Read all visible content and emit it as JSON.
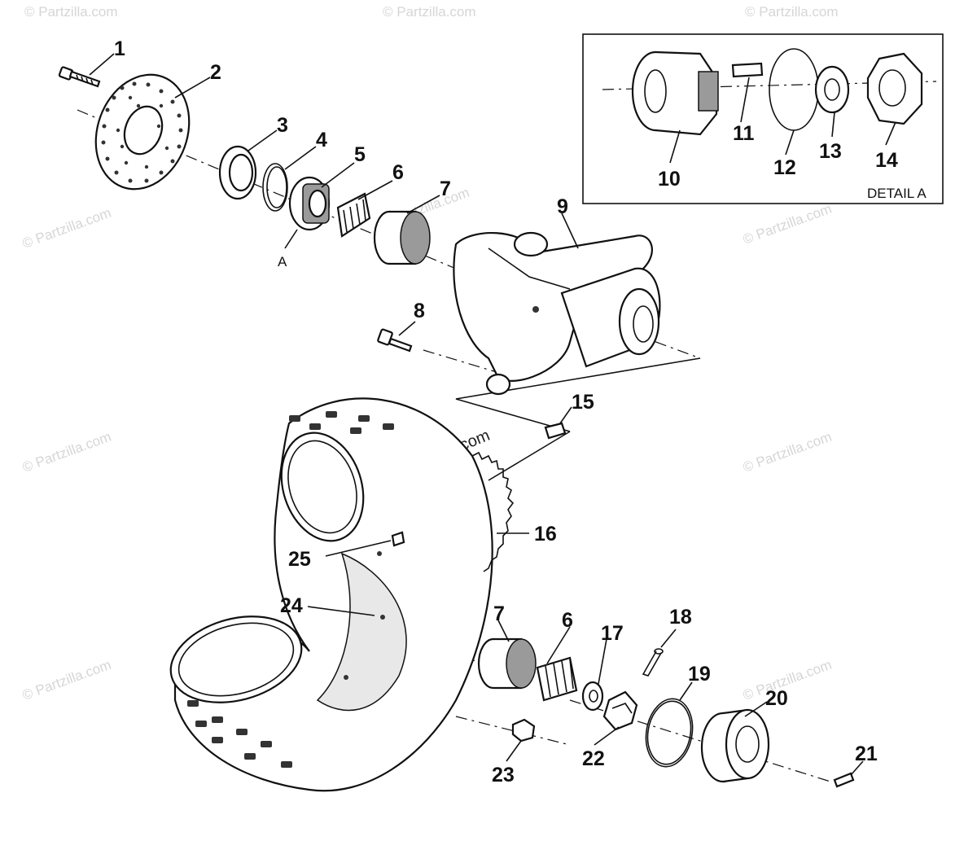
{
  "diagram": {
    "callouts": [
      "1",
      "2",
      "3",
      "4",
      "5",
      "6",
      "7",
      "8",
      "9",
      "10",
      "11",
      "12",
      "13",
      "14",
      "15",
      "16",
      "17",
      "18",
      "19",
      "20",
      "21",
      "22",
      "23",
      "24",
      "25"
    ],
    "detail_label": "DETAIL A",
    "detail_ref": "A",
    "watermark": "© Partzilla.com"
  }
}
